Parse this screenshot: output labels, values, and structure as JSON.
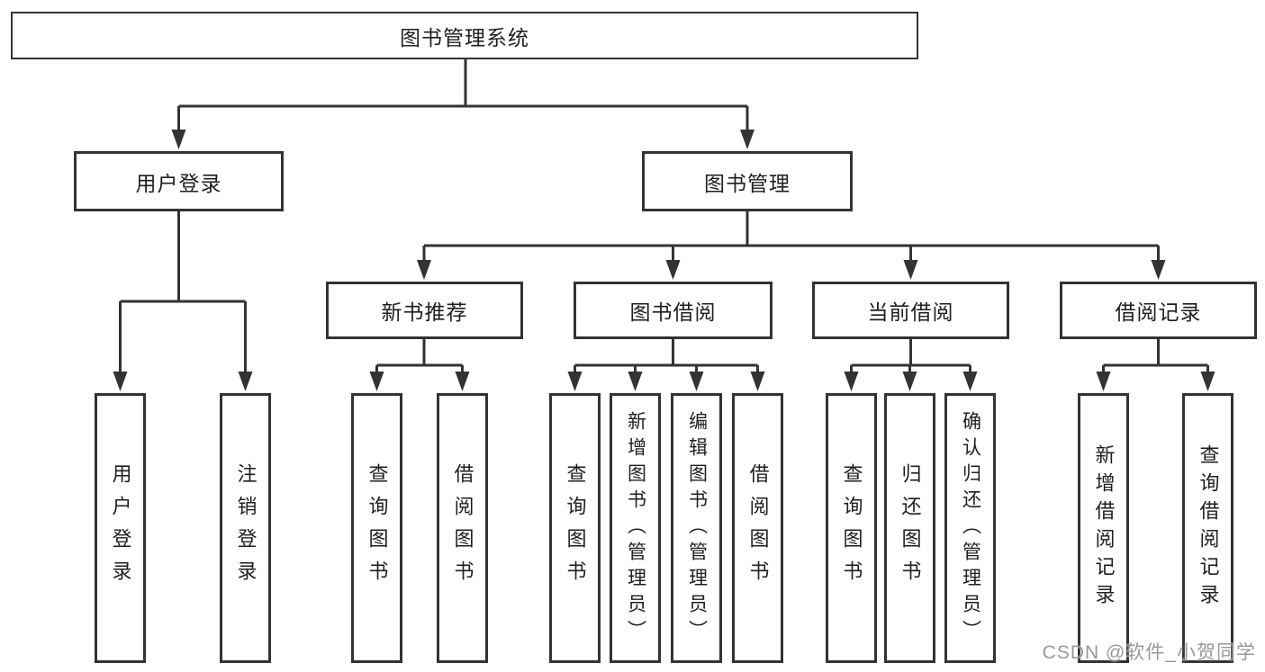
{
  "diagram": {
    "title": "图书管理系统",
    "nodes": {
      "root": "图书管理系统",
      "level2": [
        "用户登录",
        "图书管理"
      ],
      "level3": [
        "新书推荐",
        "图书借阅",
        "当前借阅",
        "借阅记录"
      ],
      "leaves_user_login": [
        "用户登录",
        "注销登录"
      ],
      "leaves_new_book": [
        "查询图书",
        "借阅图书"
      ],
      "leaves_book_borrow": [
        "查询图书",
        "新增图书（管理员）",
        "编辑图书（管理员）",
        "借阅图书"
      ],
      "leaves_current_borrow": [
        "查询图书",
        "归还图书",
        "确认归还（管理员）"
      ],
      "leaves_borrow_records": [
        "新增借阅记录",
        "查询借阅记录"
      ]
    }
  },
  "watermark": "CSDN @软件_小贺同学",
  "colors": {
    "line": "#333333",
    "box_border": "#333333",
    "box_fill": "#ffffff",
    "text": "#1f1f1f",
    "watermark": "#949494",
    "background": "#ffffff"
  }
}
